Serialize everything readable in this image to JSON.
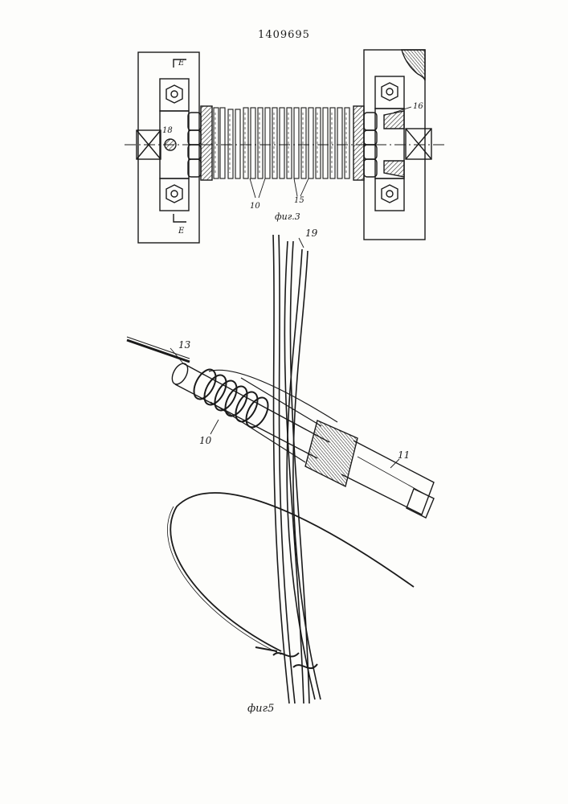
{
  "document": {
    "patent_number": "1409695"
  },
  "figure3": {
    "caption": "фиг.3",
    "section_mark_top": "Е",
    "section_mark_bottom": "Е",
    "callouts": {
      "c18": "18",
      "c16": "16",
      "c10": "10",
      "c15": "15"
    }
  },
  "figure5": {
    "caption": "фиг5",
    "callouts": {
      "c13": "13",
      "c19": "19",
      "c10": "10",
      "c11": "11"
    }
  },
  "colors": {
    "ink": "#1a1a1a",
    "paper": "#fdfdfb"
  }
}
